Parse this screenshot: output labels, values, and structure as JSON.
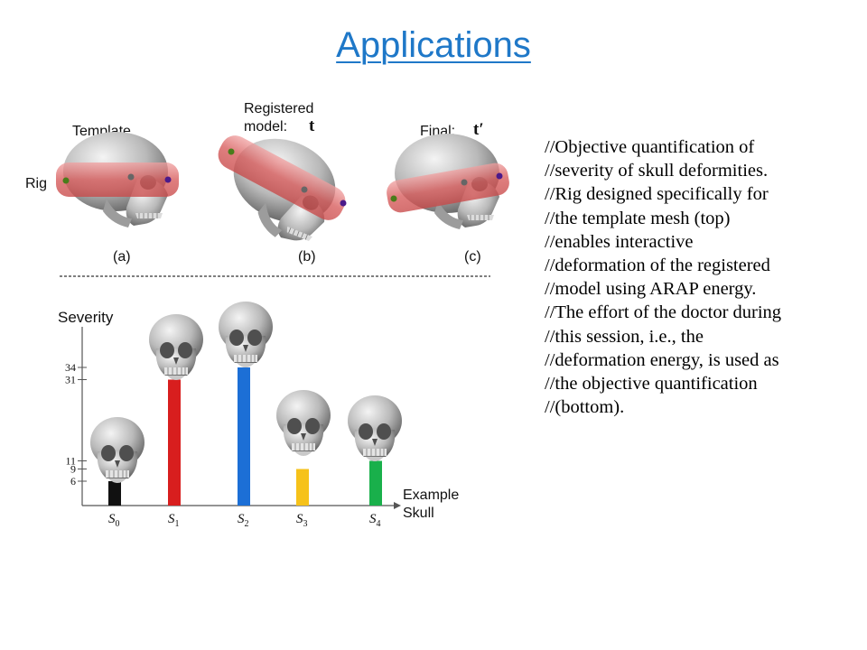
{
  "slide": {
    "title": "Applications",
    "text_lines": [
      "//Objective quantification of",
      "//severity of skull deformities.",
      "//Rig designed specifically for",
      "//the template mesh (top)",
      "//enables interactive",
      "//deformation of the registered",
      "//model using ARAP energy.",
      "//The effort of the doctor during",
      "//this session, i.e., the",
      "//deformation energy, is used as",
      "//the objective quantification",
      "//(bottom)."
    ]
  },
  "top_figure": {
    "rig_label": "Rig",
    "panels": [
      {
        "title": "Template",
        "symbol": "",
        "caption": "(a)"
      },
      {
        "title": "Registered model:",
        "symbol": "t",
        "caption": "(b)"
      },
      {
        "title": "Final:",
        "symbol": "t′",
        "caption": "(c)"
      }
    ]
  },
  "chart_data": {
    "type": "bar",
    "ylabel": "Severity",
    "xlabel": "Example Skull",
    "categories": [
      "S0",
      "S1",
      "S2",
      "S3",
      "S4"
    ],
    "values": [
      6,
      31,
      34,
      9,
      11
    ],
    "yticks": [
      6,
      9,
      11,
      31,
      34
    ],
    "colors": [
      "#111111",
      "#d81e1e",
      "#1c6fd6",
      "#f6c21a",
      "#19b04b"
    ]
  }
}
